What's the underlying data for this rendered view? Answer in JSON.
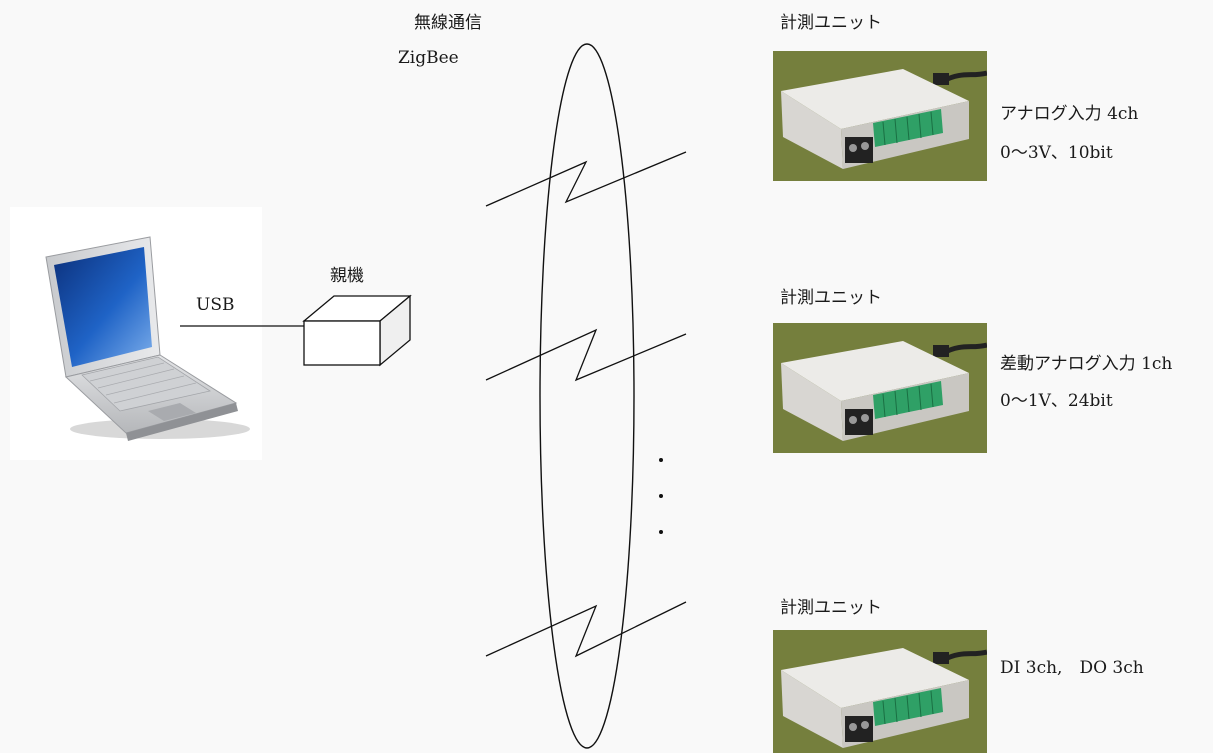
{
  "wireless": {
    "title": "無線通信",
    "protocol": "ZigBee"
  },
  "pc": {
    "link_label": "USB"
  },
  "base_station": {
    "label": "親機"
  },
  "units": [
    {
      "title": "計測ユニット",
      "spec_line1": "アナログ入力 4ch",
      "spec_line2": "0～3V、10bit"
    },
    {
      "title": "計測ユニット",
      "spec_line1": "差動アナログ入力 1ch",
      "spec_line2": "0～1V、24bit"
    },
    {
      "title": "計測ユニット",
      "spec_line1": "DI 3ch,　DO 3ch",
      "spec_line2": ""
    }
  ],
  "colors": {
    "background": "#f9f9f9",
    "line": "#111111",
    "grass": "#6f7a3a",
    "case": "#e8e6e2",
    "terminal": "#2fa066"
  }
}
